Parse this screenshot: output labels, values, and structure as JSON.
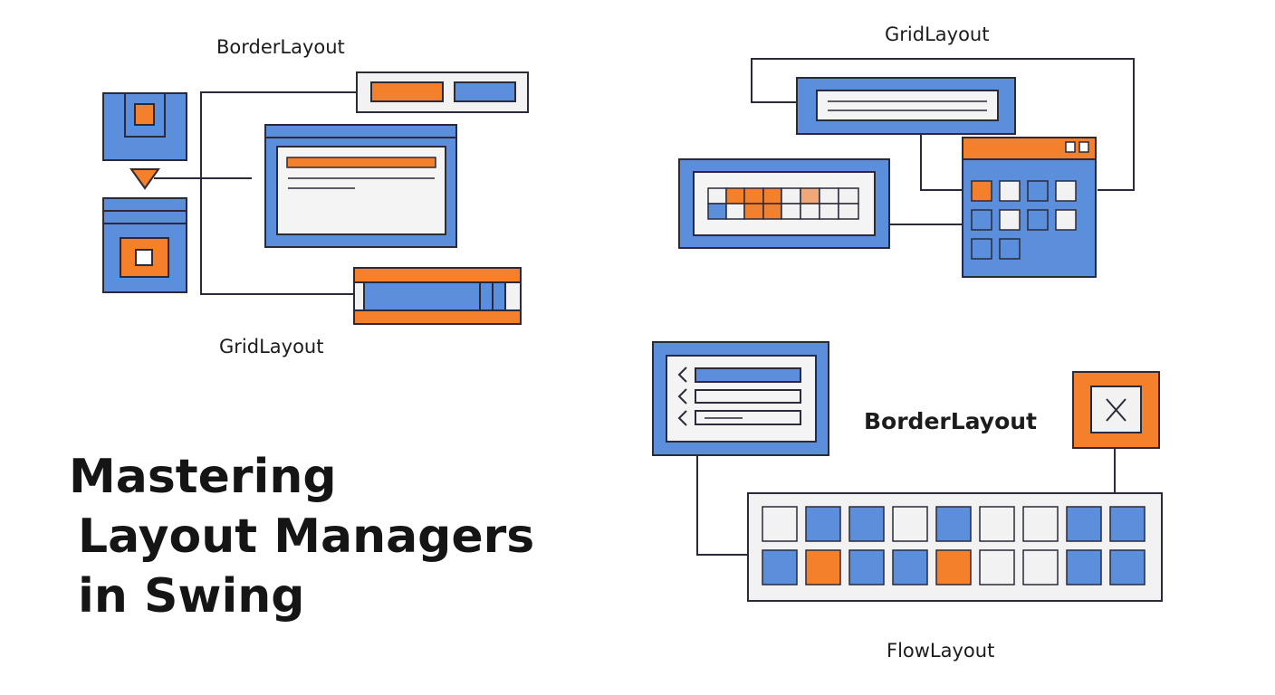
{
  "labels": {
    "border_layout_top": "BorderLayout",
    "grid_layout_left": "GridLayout",
    "grid_layout_top": "GridLayout",
    "border_layout_right": "BorderLayout",
    "flow_layout": "FlowLayout"
  },
  "title": {
    "line1": "Mastering",
    "line2": "Layout Managers",
    "line3": "in Swing"
  },
  "icons": {
    "close": "close-x-icon",
    "chevron": "chevron-left-icon"
  },
  "colors": {
    "blue": "#5b8edb",
    "orange": "#f5802b",
    "light": "#f2f2f2",
    "outline": "#2a2a3a",
    "background": "#ffffff"
  }
}
